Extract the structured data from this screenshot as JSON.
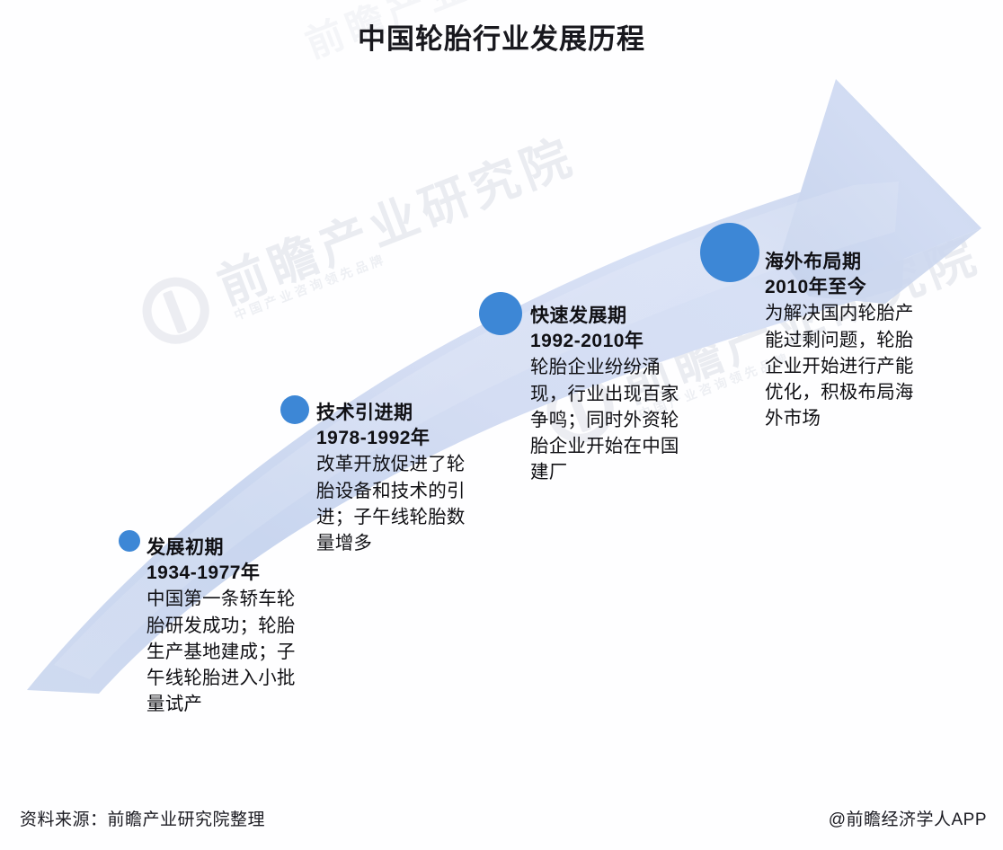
{
  "title": "中国轮胎行业发展历程",
  "colors": {
    "arrow_light": "#dfe6f7",
    "arrow_mid": "#ccd8ef",
    "arrow_deep": "#bfcdea",
    "dot_blue": "#3d87d6",
    "text_dark": "#101014",
    "background": "#fefeff"
  },
  "chart_data": {
    "type": "timeline",
    "title": "中国轮胎行业发展历程",
    "orientation": "ascending-arrow-left-to-right",
    "stages": [
      {
        "index": 1,
        "name": "发展初期",
        "years": "1934-1977年",
        "description": "中国第一条轿车轮胎研发成功；轮胎生产基地建成；子午线轮胎进入小批量试产",
        "marker_size": 24
      },
      {
        "index": 2,
        "name": "技术引进期",
        "years": "1978-1992年",
        "description": "改革开放促进了轮胎设备和技术的引进；子午线轮胎数量增多",
        "marker_size": 32
      },
      {
        "index": 3,
        "name": "快速发展期",
        "years": "1992-2010年",
        "description": "轮胎企业纷纷涌现，行业出现百家争鸣；同时外资轮胎企业开始在中国建厂",
        "marker_size": 48
      },
      {
        "index": 4,
        "name": "海外布局期",
        "years": "2010年至今",
        "description": "为解决国内轮胎产能过剩问题，轮胎企业开始进行产能优化，积极布局海外市场",
        "marker_size": 66
      }
    ]
  },
  "stages": [
    {
      "name": "发展初期",
      "years": "1934-1977年",
      "description": "中国第一条轿车轮胎研发成功；轮胎生产基地建成；子午线轮胎进入小批量试产"
    },
    {
      "name": "技术引进期",
      "years": "1978-1992年",
      "description": "改革开放促进了轮胎设备和技术的引进；子午线轮胎数量增多"
    },
    {
      "name": "快速发展期",
      "years": "1992-2010年",
      "description": "轮胎企业纷纷涌现，行业出现百家争鸣；同时外资轮胎企业开始在中国建厂"
    },
    {
      "name": "海外布局期",
      "years": "2010年至今",
      "description": "为解决国内轮胎产能过剩问题，轮胎企业开始进行产能优化，积极布局海外市场"
    }
  ],
  "footer": {
    "source": "资料来源：前瞻产业研究院整理",
    "credit": "@前瞻经济学人APP"
  },
  "watermark": {
    "brand": "前瞻产业研究院",
    "tagline": "中国产业咨询领先品牌"
  }
}
